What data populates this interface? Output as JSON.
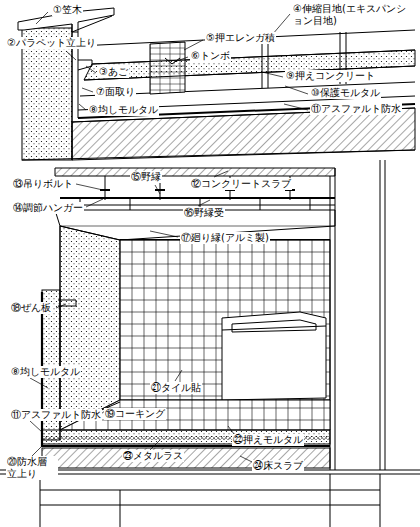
{
  "diagram": {
    "labels": [
      "①笠木",
      "②パラペット立上り",
      "④伸縮目地(エキスパンション目地)",
      "⑤押エレンガ積",
      "⑥トンボ",
      "③あご",
      "⑨押えコンクリート",
      "⑦面取り",
      "⑩保護モルタル",
      "⑧均しモルタル",
      "⑪アスファルト防水",
      "⑬吊りボルト",
      "⑮野縁",
      "⑫コンクリートスラブ",
      "⑭調節ハンガー",
      "⑯野縁受",
      "⑰廻り縁(アルミ製)",
      "⑱ぜん板",
      "⑧均しモルタル",
      "⑲コーキング",
      "㉑タイル貼",
      "⑪アスファルト防水",
      "㉒押えモルタル",
      "㉓メタルラス",
      "㉔床スラブ",
      "⑳防水層 立上り"
    ]
  }
}
